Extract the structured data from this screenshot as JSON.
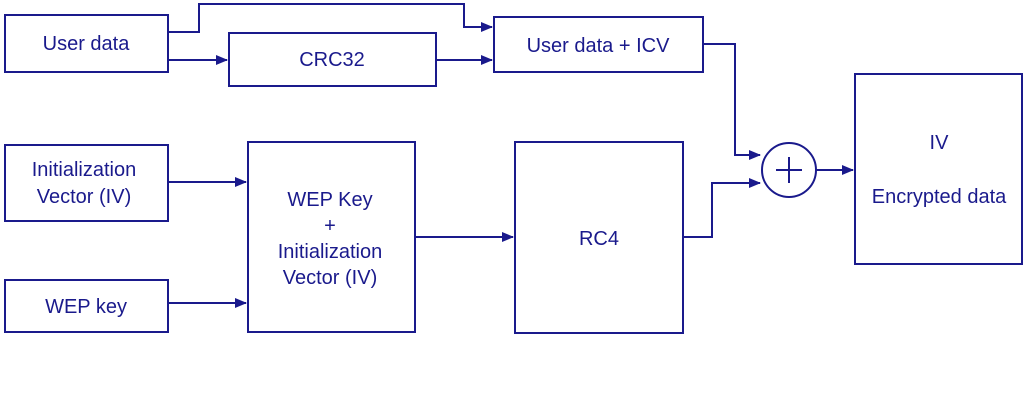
{
  "diagram": {
    "stroke_color": "#1a1a8c",
    "nodes": {
      "user_data": "User data",
      "crc32": "CRC32",
      "user_data_icv": "User data + ICV",
      "init_vector": [
        "Initialization",
        "Vector (IV)"
      ],
      "wep_key_input": "WEP key",
      "wep_key_iv": [
        "WEP Key",
        "+",
        "Initialization",
        "Vector (IV)"
      ],
      "rc4": "RC4",
      "xor_icon": "xor-plus-icon",
      "output": {
        "iv": "IV",
        "encrypted": "Encrypted data"
      }
    }
  }
}
